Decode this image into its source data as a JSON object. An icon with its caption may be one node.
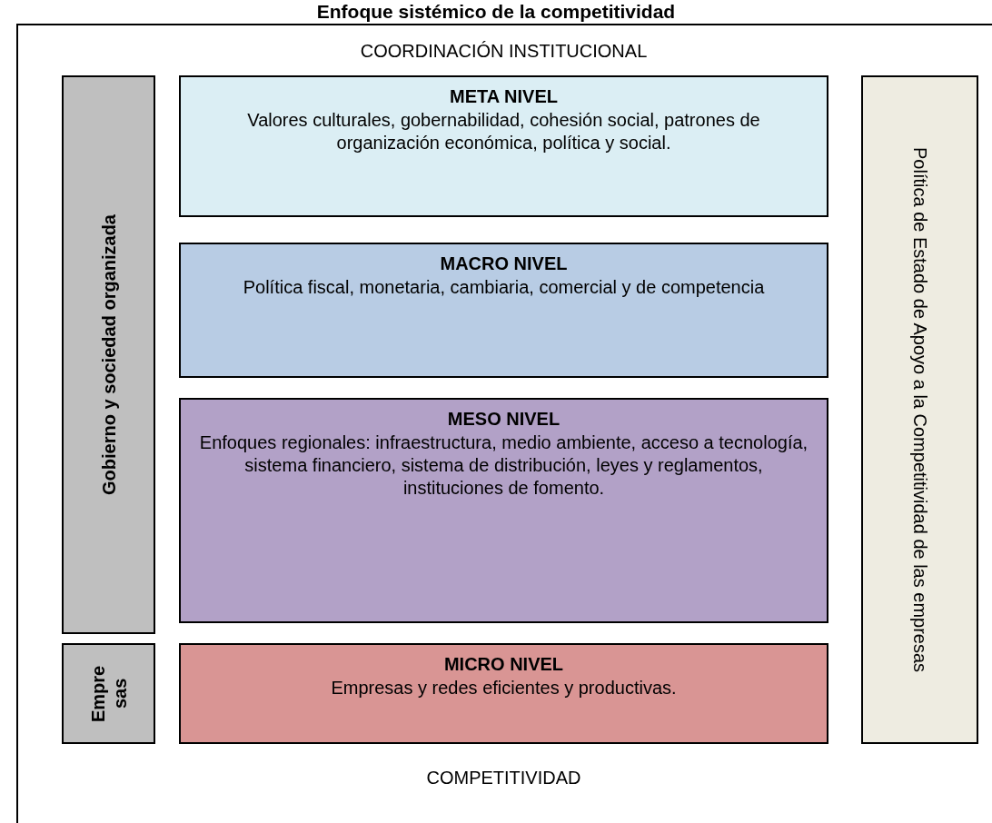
{
  "diagram": {
    "title": "Enfoque sistémico de la competitividad",
    "nodes": [
      {
        "text": [
          "Gobierno y sociedad organizada"
        ]
      },
      {
        "text": [
          "META NIVEL",
          "Valores culturales, gobernabilidad, cohesión social, patrones de organización económica, política y social."
        ]
      },
      {
        "text": [
          "MACRO NIVEL",
          "Política fiscal, monetaria, cambiaria, comercial y de competencia"
        ]
      },
      {
        "text": [
          "MESO NIVEL",
          "Enfoques regionales: infraestructura, medio ambiente, acceso a tecnología, sistema financiero, sistema de distribución, leyes y reglamentos, instituciones de fomento."
        ]
      },
      {
        "text": [
          "Empre sas"
        ]
      },
      {
        "text": [
          "MICRO NIVEL",
          "Empresas y redes eficientes y productivas."
        ]
      },
      {
        "text": [
          "Política de Estado de Apoyo a la Competitividad de las empresas"
        ]
      }
    ],
    "edges": [],
    "labels": [
      "COORDINACIÓN INSTITUCIONAL",
      "COMPETITIVIDAD"
    ]
  }
}
